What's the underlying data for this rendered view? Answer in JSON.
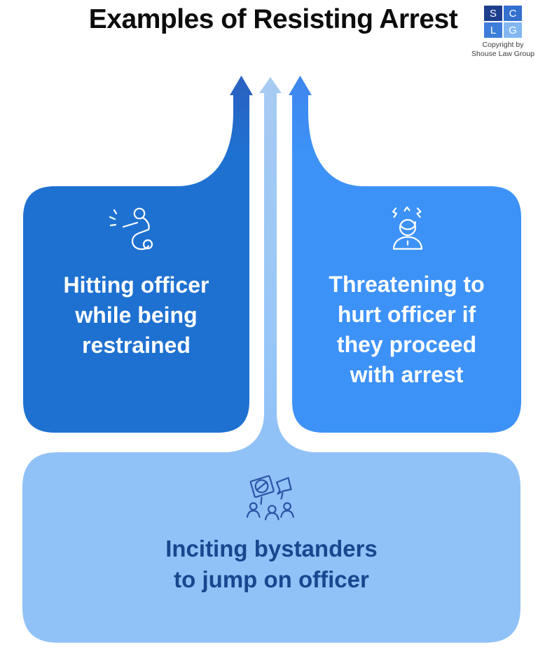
{
  "header": {
    "title": "Examples of Resisting Arrest",
    "logo": {
      "letters": [
        "S",
        "C",
        "L",
        "G"
      ],
      "square_colors": [
        "#1d3e8c",
        "#3470ce",
        "#3e7dda",
        "#82b7f2"
      ],
      "copyright_line1": "Copyright by",
      "copyright_line2": "Shouse Law Group"
    }
  },
  "cards": [
    {
      "id": "hitting-officer",
      "icon": "punch-icon",
      "fill_color": "#1e71d1",
      "text_color": "#ffffff",
      "lines": [
        "Hitting officer",
        "while being",
        "restrained"
      ]
    },
    {
      "id": "threatening-officer",
      "icon": "angry-person-icon",
      "fill_color": "#3d92f7",
      "text_color": "#ffffff",
      "lines": [
        "Threatening to",
        "hurt officer if",
        "they proceed",
        "with arrest"
      ]
    },
    {
      "id": "inciting-bystanders",
      "icon": "protest-crowd-icon",
      "fill_color": "#91c2f7",
      "text_color": "#17478f",
      "lines": [
        "Inciting bystanders",
        "to jump on officer"
      ]
    }
  ],
  "arrows": {
    "left_color": "#2b60bf",
    "middle_color": "#a7cbf3",
    "right_color": "#3f86ef",
    "direction": "up"
  }
}
